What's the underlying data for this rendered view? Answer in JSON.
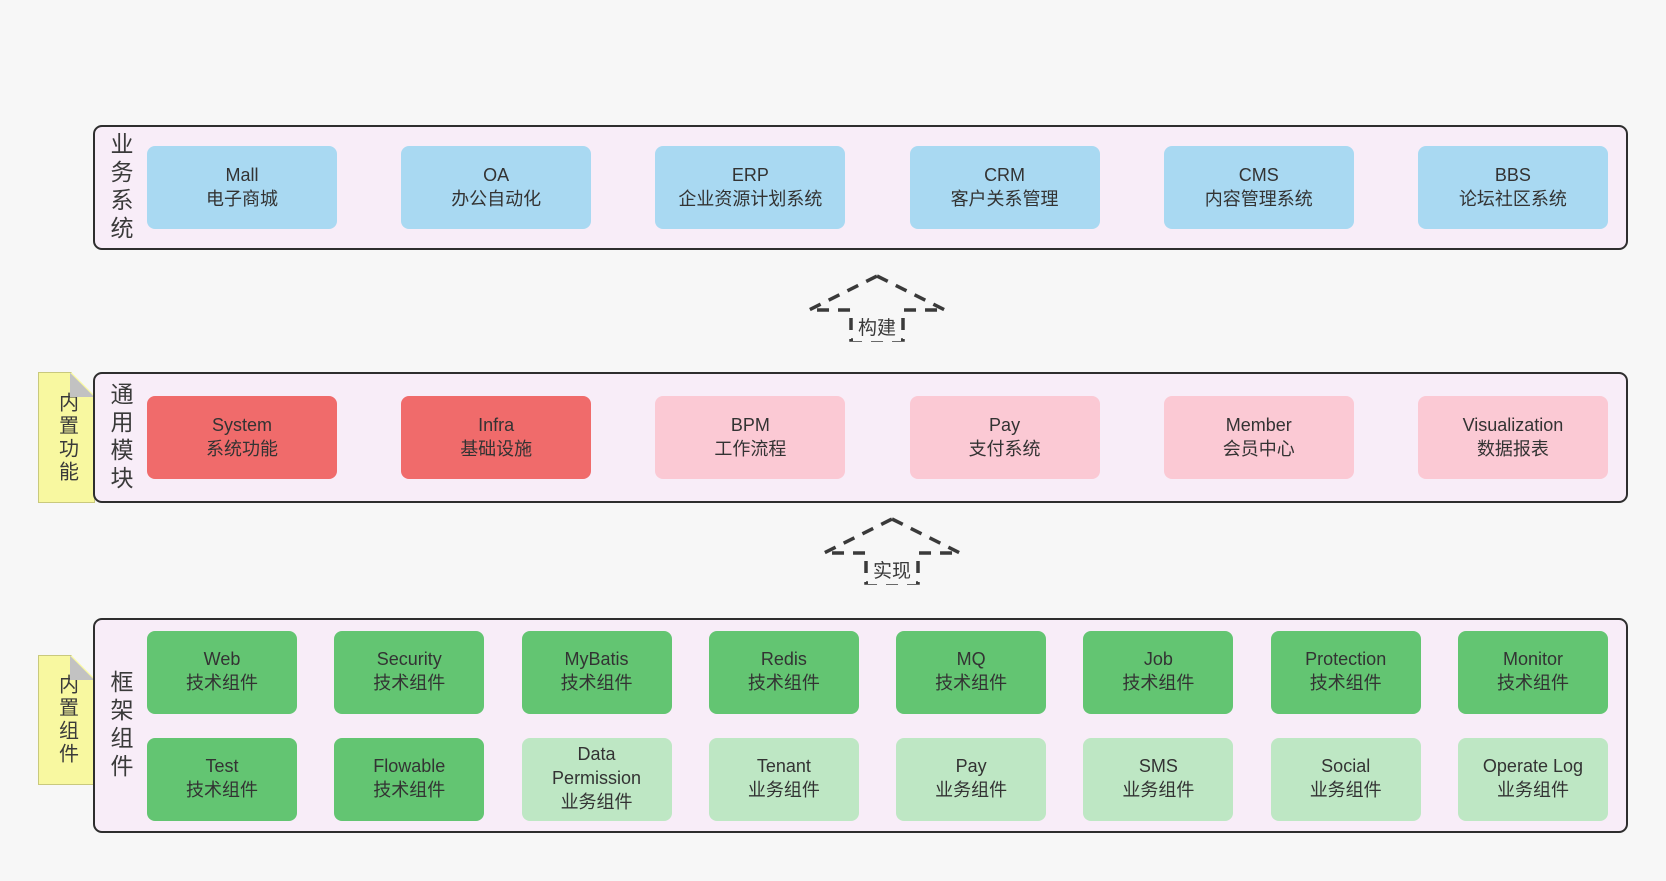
{
  "diagram_title": "",
  "colors": {
    "background": "#f7f7f7",
    "container_fill": "#f8edf8",
    "container_border": "#2e2e2e",
    "box_blue": "#a9d9f2",
    "box_red": "#f06b6b",
    "box_pink": "#fbc9d4",
    "box_green": "#63c572",
    "box_green_light": "#bee7c4",
    "sticky_yellow": "#f8f8a0",
    "text": "#3a3a3a"
  },
  "layers": {
    "business": {
      "label": "业务系统",
      "boxes": [
        {
          "name": "Mall",
          "desc": "电子商城",
          "variant": "blue"
        },
        {
          "name": "OA",
          "desc": "办公自动化",
          "variant": "blue"
        },
        {
          "name": "ERP",
          "desc": "企业资源计划系统",
          "variant": "blue"
        },
        {
          "name": "CRM",
          "desc": "客户关系管理",
          "variant": "blue"
        },
        {
          "name": "CMS",
          "desc": "内容管理系统",
          "variant": "blue"
        },
        {
          "name": "BBS",
          "desc": "论坛社区系统",
          "variant": "blue"
        }
      ]
    },
    "modules": {
      "label": "通用模块",
      "sticky": "内置功能",
      "boxes": [
        {
          "name": "System",
          "desc": "系统功能",
          "variant": "red"
        },
        {
          "name": "Infra",
          "desc": "基础设施",
          "variant": "red"
        },
        {
          "name": "BPM",
          "desc": "工作流程",
          "variant": "pink"
        },
        {
          "name": "Pay",
          "desc": "支付系统",
          "variant": "pink"
        },
        {
          "name": "Member",
          "desc": "会员中心",
          "variant": "pink"
        },
        {
          "name": "Visualization",
          "desc": "数据报表",
          "variant": "pink"
        }
      ]
    },
    "components": {
      "label": "框架组件",
      "sticky": "内置组件",
      "row1": [
        {
          "name": "Web",
          "desc": "技术组件",
          "variant": "green"
        },
        {
          "name": "Security",
          "desc": "技术组件",
          "variant": "green"
        },
        {
          "name": "MyBatis",
          "desc": "技术组件",
          "variant": "green"
        },
        {
          "name": "Redis",
          "desc": "技术组件",
          "variant": "green"
        },
        {
          "name": "MQ",
          "desc": "技术组件",
          "variant": "green"
        },
        {
          "name": "Job",
          "desc": "技术组件",
          "variant": "green"
        },
        {
          "name": "Protection",
          "desc": "技术组件",
          "variant": "green"
        },
        {
          "name": "Monitor",
          "desc": "技术组件",
          "variant": "green"
        }
      ],
      "row2": [
        {
          "name": "Test",
          "desc": "技术组件",
          "variant": "green"
        },
        {
          "name": "Flowable",
          "desc": "技术组件",
          "variant": "green"
        },
        {
          "name": "Data Permission",
          "desc": "业务组件",
          "variant": "green-light"
        },
        {
          "name": "Tenant",
          "desc": "业务组件",
          "variant": "green-light"
        },
        {
          "name": "Pay",
          "desc": "业务组件",
          "variant": "green-light"
        },
        {
          "name": "SMS",
          "desc": "业务组件",
          "variant": "green-light"
        },
        {
          "name": "Social",
          "desc": "业务组件",
          "variant": "green-light"
        },
        {
          "name": "Operate Log",
          "desc": "业务组件",
          "variant": "green-light"
        }
      ]
    }
  },
  "arrows": {
    "build": "构建",
    "implement": "实现"
  }
}
